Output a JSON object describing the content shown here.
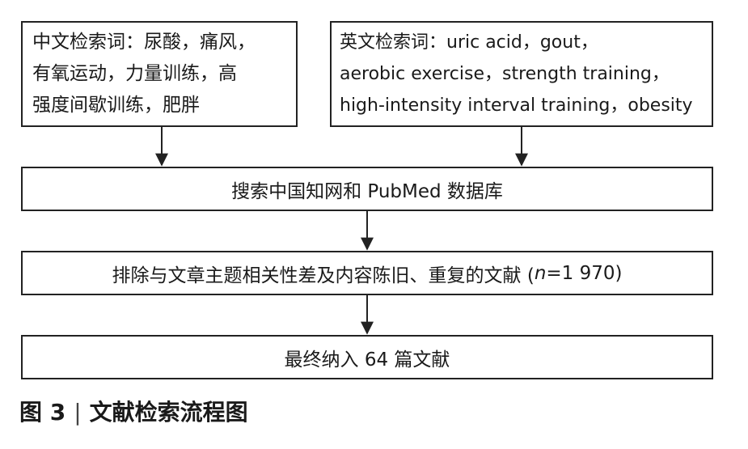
{
  "boxes": {
    "chinese_keywords": {
      "lines": [
        "中文检索词：尿酸，痛风，",
        "有氧运动，力量训练，高",
        "强度间歇训练，肥胖"
      ]
    },
    "english_keywords": {
      "lines": [
        "英文检索词：uric acid，gout，",
        "aerobic exercise，strength training，",
        "high-intensity interval training，obesity"
      ]
    },
    "search": {
      "text": "搜索中国知网和 PubMed 数据库"
    },
    "exclude": {
      "text_before": "排除与文章主题相关性差及内容陈旧、重复的文献 (",
      "n_symbol": "n",
      "text_after": "=1 970)"
    },
    "final": {
      "text": "最终纳入 64 篇文献"
    }
  },
  "caption": {
    "label": "图 3",
    "separator": "|",
    "title": "文献检索流程图"
  }
}
